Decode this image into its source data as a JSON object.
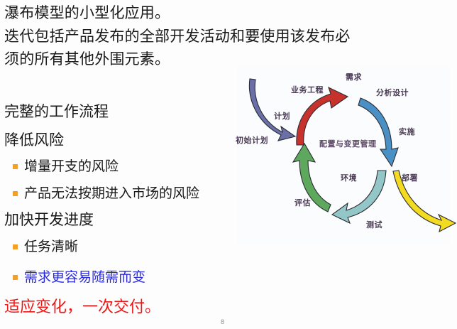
{
  "slide": {
    "page_number": "8",
    "paragraphs": [
      "瀑布模型的小型化应用。",
      "迭代包括产品发布的全部开发活动和要使用该发布必",
      "须的所有其他外围元素。"
    ],
    "headings": {
      "workflow": "完整的工作流程",
      "reduce_risk": "降低风险",
      "speed_up": "加快开发进度"
    },
    "bullets": [
      "增量开支的风险",
      "产品无法按期进入市场的风险",
      "任务清晰",
      "需求更容易随需而变"
    ],
    "final_line": "适应变化，一次交付。",
    "colors": {
      "bullet": "#F3A02A",
      "blue_text": "#2B2BE0",
      "red_text": "#F01616",
      "body_text": "#1a1a1a"
    }
  },
  "diagram": {
    "title_center": "配置与变更管理",
    "labels": {
      "requirements": "需求",
      "business_engineering": "业务工程",
      "analysis_design": "分析设计",
      "plan": "计划",
      "initial_plan": "初始计划",
      "implementation": "实施",
      "deployment": "部署",
      "environment": "环境",
      "evaluation": "评估",
      "test": "测试"
    },
    "arrow_colors": {
      "requirements_arrow": "#C8322C",
      "analysis_arrow": "#4A90C4",
      "deployment_arrow": "#F2DB20",
      "test_arrow": "#93C6C6",
      "evaluation_arrow": "#5DA85D",
      "plan_arrow": "#6B6FA8"
    }
  }
}
